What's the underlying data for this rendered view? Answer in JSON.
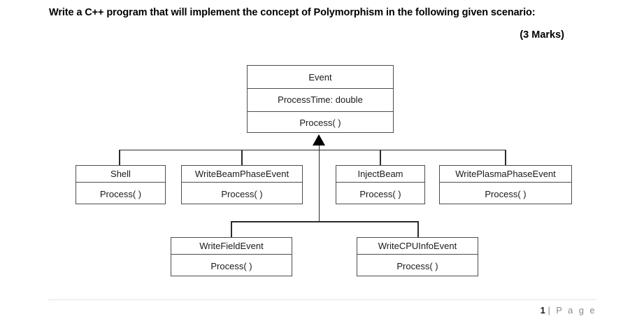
{
  "heading": {
    "question": "Write a C++ program that will implement the concept of Polymorphism in the following given scenario:",
    "marks": "(3 Marks)"
  },
  "diagram": {
    "type": "uml-class-diagram",
    "relationship": "generalization",
    "root": {
      "name": "Event",
      "attributes": "ProcessTime: double",
      "operations": "Process( )"
    },
    "level2": [
      {
        "name": "Shell",
        "operations": "Process( )"
      },
      {
        "name": "WriteBeamPhaseEvent",
        "operations": "Process( )"
      },
      {
        "name": "InjectBeam",
        "operations": "Process( )"
      },
      {
        "name": "WritePlasmaPhaseEvent",
        "operations": "Process( )"
      }
    ],
    "level3": [
      {
        "name": "WriteFieldEvent",
        "operations": "Process( )"
      },
      {
        "name": "WriteCPUInfoEvent",
        "operations": "Process( )"
      }
    ],
    "colors": {
      "box_border": "#4d4d4d",
      "connector": "#2b2b2b",
      "arrowhead": "#000000",
      "box_fill": "#ffffff"
    }
  },
  "footer": {
    "page_number": "1",
    "page_label": "| P a g e",
    "divider_color": "#e2e2e2"
  }
}
